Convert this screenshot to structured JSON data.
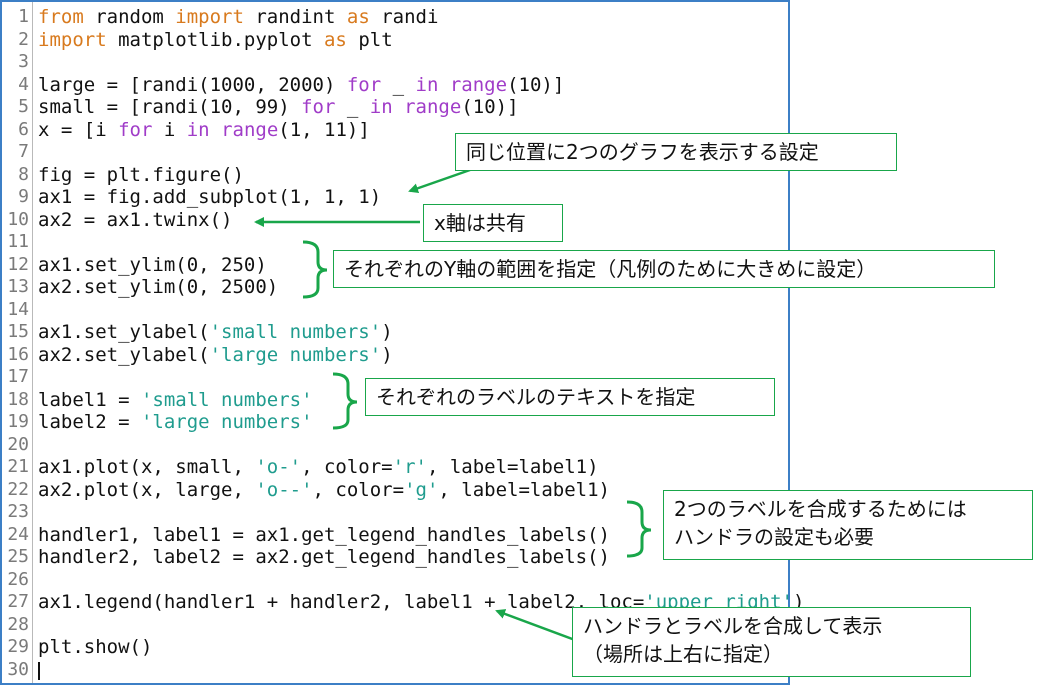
{
  "colors": {
    "keyword": "#d87a1e",
    "builtin": "#a03cc8",
    "string": "#1f9c8e",
    "annotation_border": "#19a64a",
    "editor_border": "#3c7fc6"
  },
  "code": {
    "lines": [
      {
        "n": "1",
        "segs": [
          [
            "from",
            "kw"
          ],
          [
            " random ",
            ""
          ],
          [
            "import",
            "kw"
          ],
          [
            " randint ",
            ""
          ],
          [
            "as",
            "kw"
          ],
          [
            " randi",
            ""
          ]
        ]
      },
      {
        "n": "2",
        "segs": [
          [
            "import",
            "kw"
          ],
          [
            " matplotlib.pyplot ",
            ""
          ],
          [
            "as",
            "kw"
          ],
          [
            " plt",
            ""
          ]
        ]
      },
      {
        "n": "3",
        "segs": []
      },
      {
        "n": "4",
        "segs": [
          [
            "large = [randi(1000, 2000) ",
            ""
          ],
          [
            "for",
            "bi"
          ],
          [
            " _ ",
            ""
          ],
          [
            "in",
            "bi"
          ],
          [
            " ",
            ""
          ],
          [
            "range",
            "bi"
          ],
          [
            "(10)]",
            ""
          ]
        ]
      },
      {
        "n": "5",
        "segs": [
          [
            "small = [randi(10, 99) ",
            ""
          ],
          [
            "for",
            "bi"
          ],
          [
            " _ ",
            ""
          ],
          [
            "in",
            "bi"
          ],
          [
            " ",
            ""
          ],
          [
            "range",
            "bi"
          ],
          [
            "(10)]",
            ""
          ]
        ]
      },
      {
        "n": "6",
        "segs": [
          [
            "x = [i ",
            ""
          ],
          [
            "for",
            "bi"
          ],
          [
            " i ",
            ""
          ],
          [
            "in",
            "bi"
          ],
          [
            " ",
            ""
          ],
          [
            "range",
            "bi"
          ],
          [
            "(1, 11)]",
            ""
          ]
        ]
      },
      {
        "n": "7",
        "segs": []
      },
      {
        "n": "8",
        "segs": [
          [
            "fig = plt.figure()",
            ""
          ]
        ]
      },
      {
        "n": "9",
        "segs": [
          [
            "ax1 = fig.add_subplot(1, 1, 1)",
            ""
          ]
        ]
      },
      {
        "n": "10",
        "segs": [
          [
            "ax2 = ax1.twinx()",
            ""
          ]
        ]
      },
      {
        "n": "11",
        "segs": []
      },
      {
        "n": "12",
        "segs": [
          [
            "ax1.set_ylim(0, 250)",
            ""
          ]
        ]
      },
      {
        "n": "13",
        "segs": [
          [
            "ax2.set_ylim(0, 2500)",
            ""
          ]
        ]
      },
      {
        "n": "14",
        "segs": []
      },
      {
        "n": "15",
        "segs": [
          [
            "ax1.set_ylabel(",
            ""
          ],
          [
            "'small numbers'",
            "str"
          ],
          [
            ")",
            ""
          ]
        ]
      },
      {
        "n": "16",
        "segs": [
          [
            "ax2.set_ylabel(",
            ""
          ],
          [
            "'large numbers'",
            "str"
          ],
          [
            ")",
            ""
          ]
        ]
      },
      {
        "n": "17",
        "segs": []
      },
      {
        "n": "18",
        "segs": [
          [
            "label1 = ",
            ""
          ],
          [
            "'small numbers'",
            "str"
          ]
        ]
      },
      {
        "n": "19",
        "segs": [
          [
            "label2 = ",
            ""
          ],
          [
            "'large numbers'",
            "str"
          ]
        ]
      },
      {
        "n": "20",
        "segs": []
      },
      {
        "n": "21",
        "segs": [
          [
            "ax1.plot(x, small, ",
            ""
          ],
          [
            "'o-'",
            "str"
          ],
          [
            ", color=",
            ""
          ],
          [
            "'r'",
            "str"
          ],
          [
            ", label=label1)",
            ""
          ]
        ]
      },
      {
        "n": "22",
        "segs": [
          [
            "ax2.plot(x, large, ",
            ""
          ],
          [
            "'o--'",
            "str"
          ],
          [
            ", color=",
            ""
          ],
          [
            "'g'",
            "str"
          ],
          [
            ", label=label1)",
            ""
          ]
        ]
      },
      {
        "n": "23",
        "segs": []
      },
      {
        "n": "24",
        "segs": [
          [
            "handler1, label1 = ax1.get_legend_handles_labels()",
            ""
          ]
        ]
      },
      {
        "n": "25",
        "segs": [
          [
            "handler2, label2 = ax2.get_legend_handles_labels()",
            ""
          ]
        ]
      },
      {
        "n": "26",
        "segs": []
      },
      {
        "n": "27",
        "segs": [
          [
            "ax1.legend(handler1 + handler2, label1 + label2, loc=",
            ""
          ],
          [
            "'upper right'",
            "str"
          ],
          [
            ")",
            ""
          ]
        ]
      },
      {
        "n": "28",
        "segs": []
      },
      {
        "n": "29",
        "segs": [
          [
            "plt.show()",
            ""
          ]
        ]
      },
      {
        "n": "30",
        "segs": []
      }
    ]
  },
  "annotations": {
    "same_position": "同じ位置に2つのグラフを表示する設定",
    "share_x": "x軸は共有",
    "ylim": "それぞれのY軸の範囲を指定（凡例のために大きめに設定）",
    "label_text": "それぞれのラベルのテキストを指定",
    "combine_line1": "2つのラベルを合成するためには",
    "combine_line2": "ハンドラの設定も必要",
    "legend_line1": "ハンドラとラベルを合成して表示",
    "legend_line2": "（場所は上右に指定）"
  }
}
